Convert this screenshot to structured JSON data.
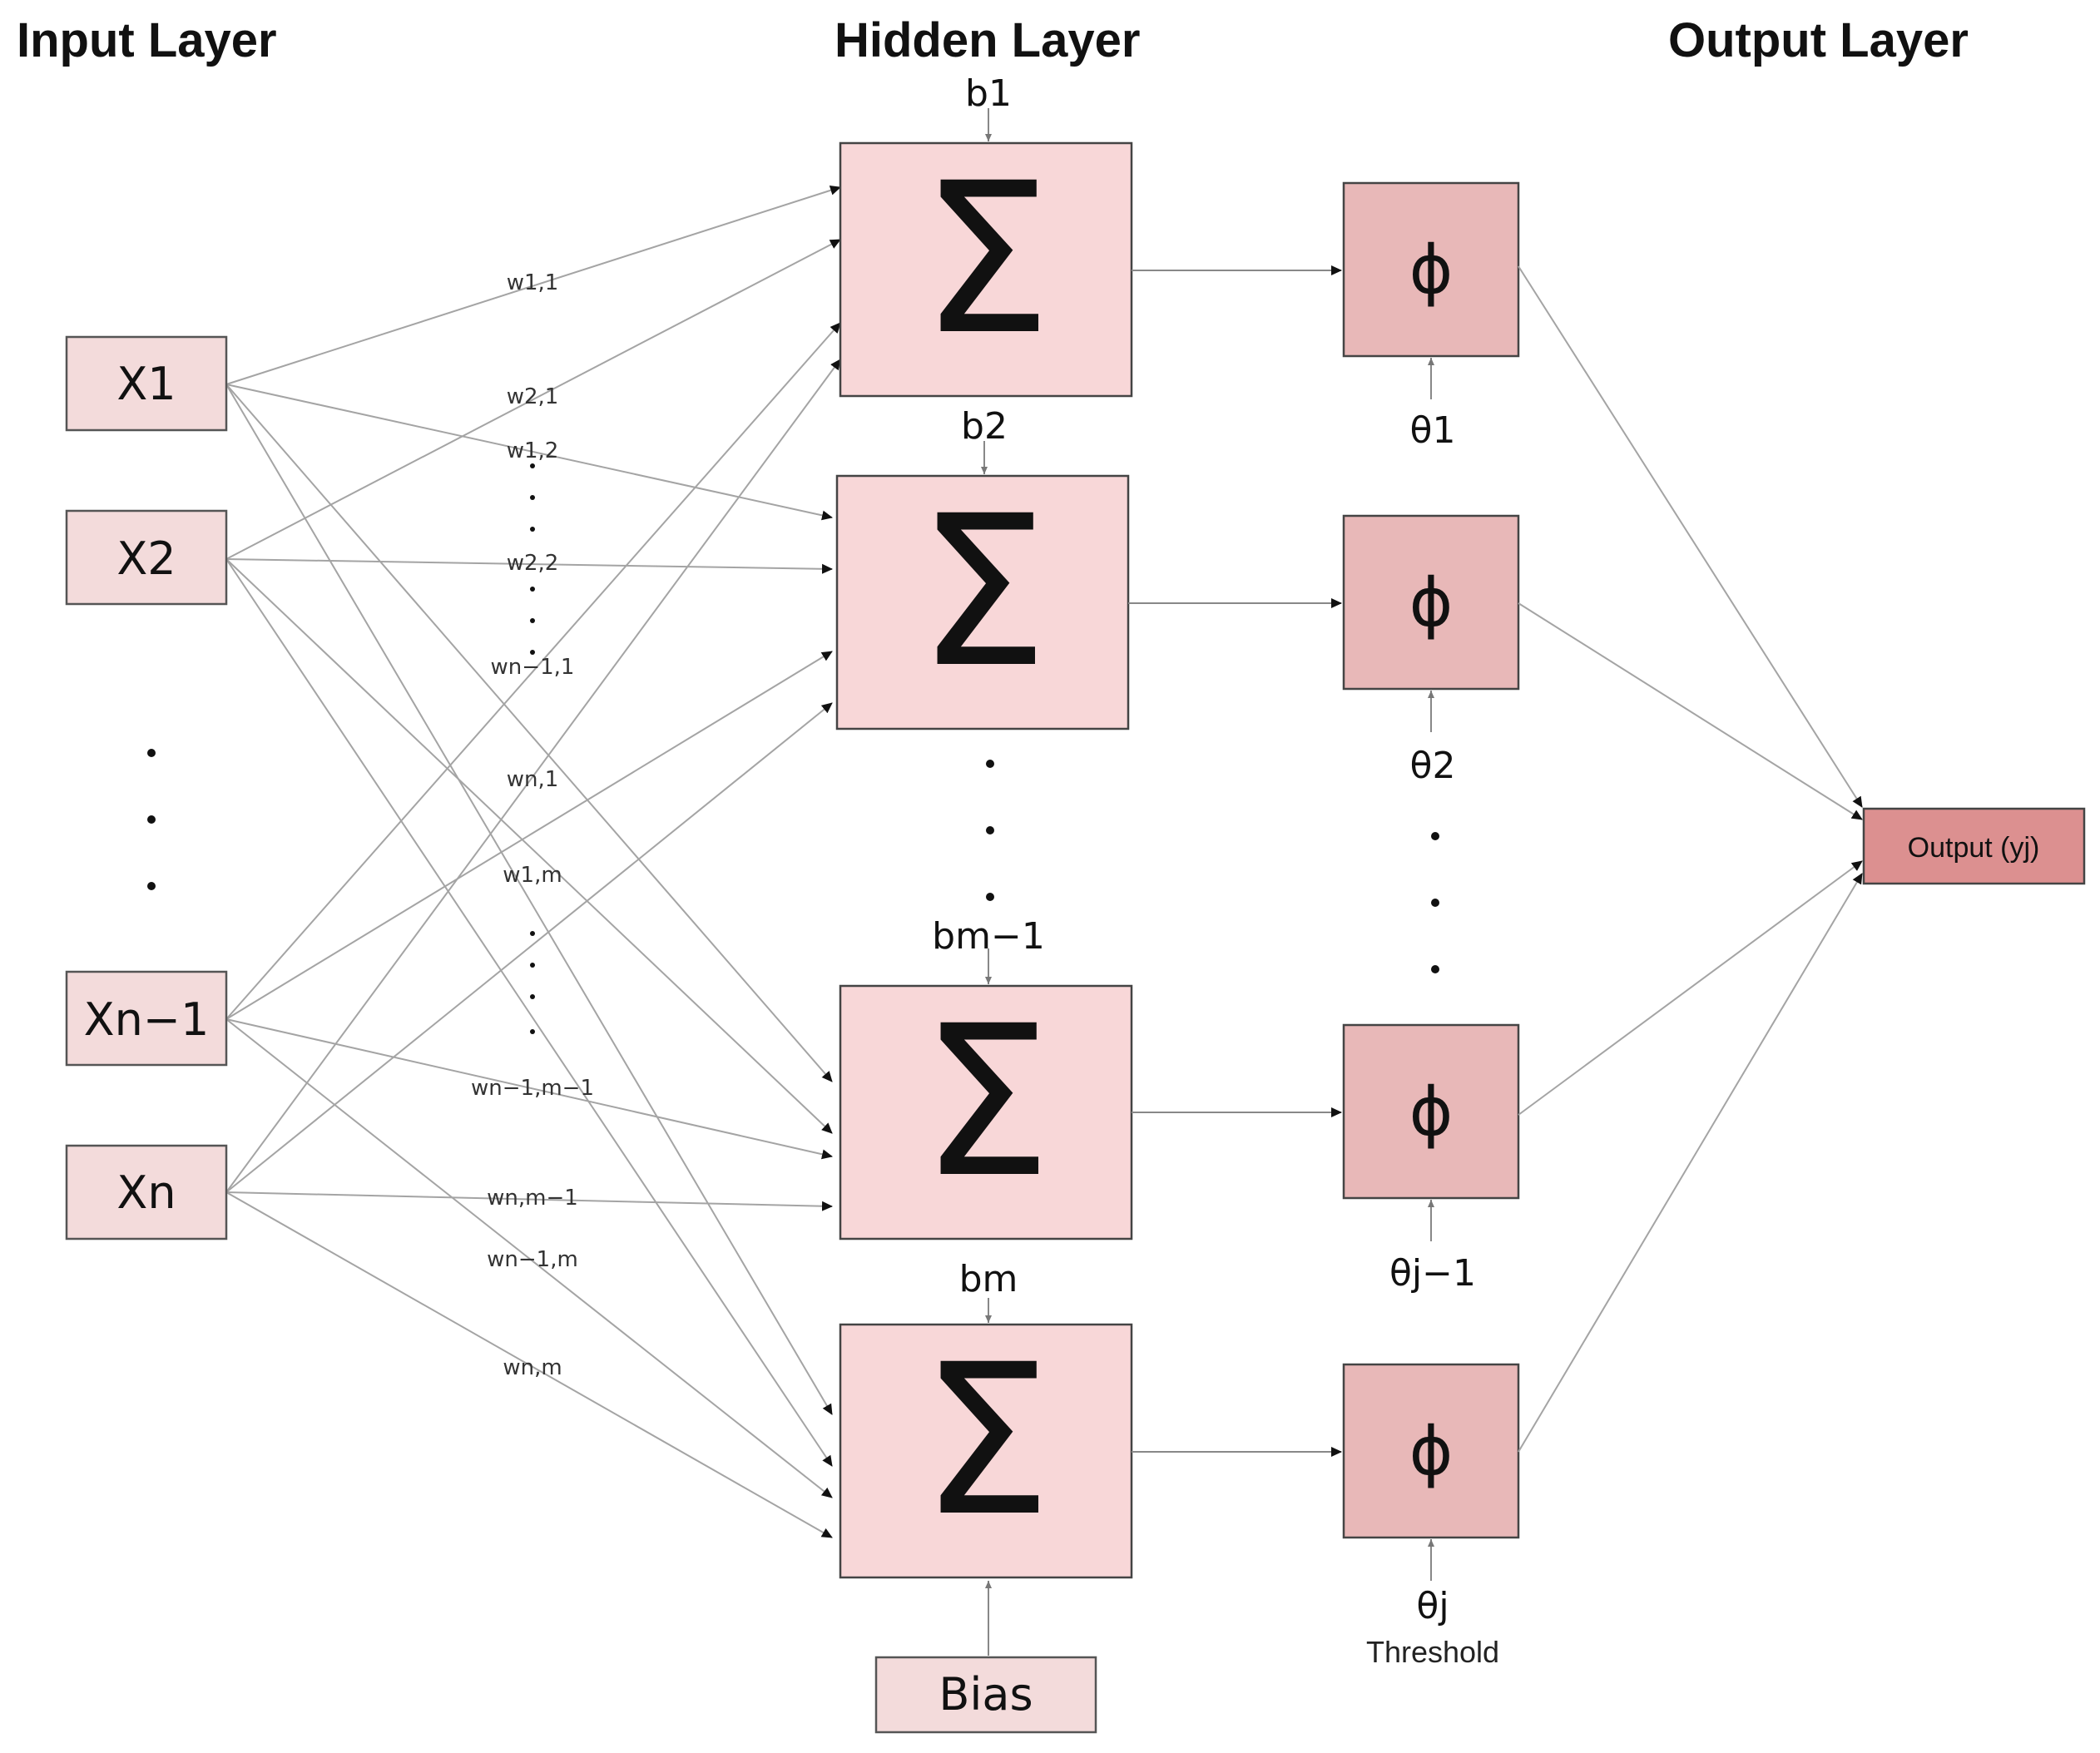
{
  "titles": {
    "input": "Input Layer",
    "hidden": "Hidden Layer",
    "output": "Output Layer"
  },
  "inputs": [
    "X1",
    "X2",
    "Xn−1",
    "Xn"
  ],
  "hidden_symbol": "Σ",
  "activation_symbol": "ϕ",
  "biases": [
    "b1",
    "b2",
    "bm−1",
    "bm"
  ],
  "thresholds": [
    "θ1",
    "θ2",
    "θj−1",
    "θj"
  ],
  "threshold_label": "Threshold",
  "bias_label": "Bias",
  "output_label": "Output (yj)",
  "weights": [
    "w1,1",
    "w2,1",
    "w1,2",
    "w2,2",
    "wn−1,1",
    "wn,1",
    "w1,m",
    "wn−1,m−1",
    "wn,m−1",
    "wn−1,m",
    "wn,m"
  ]
}
